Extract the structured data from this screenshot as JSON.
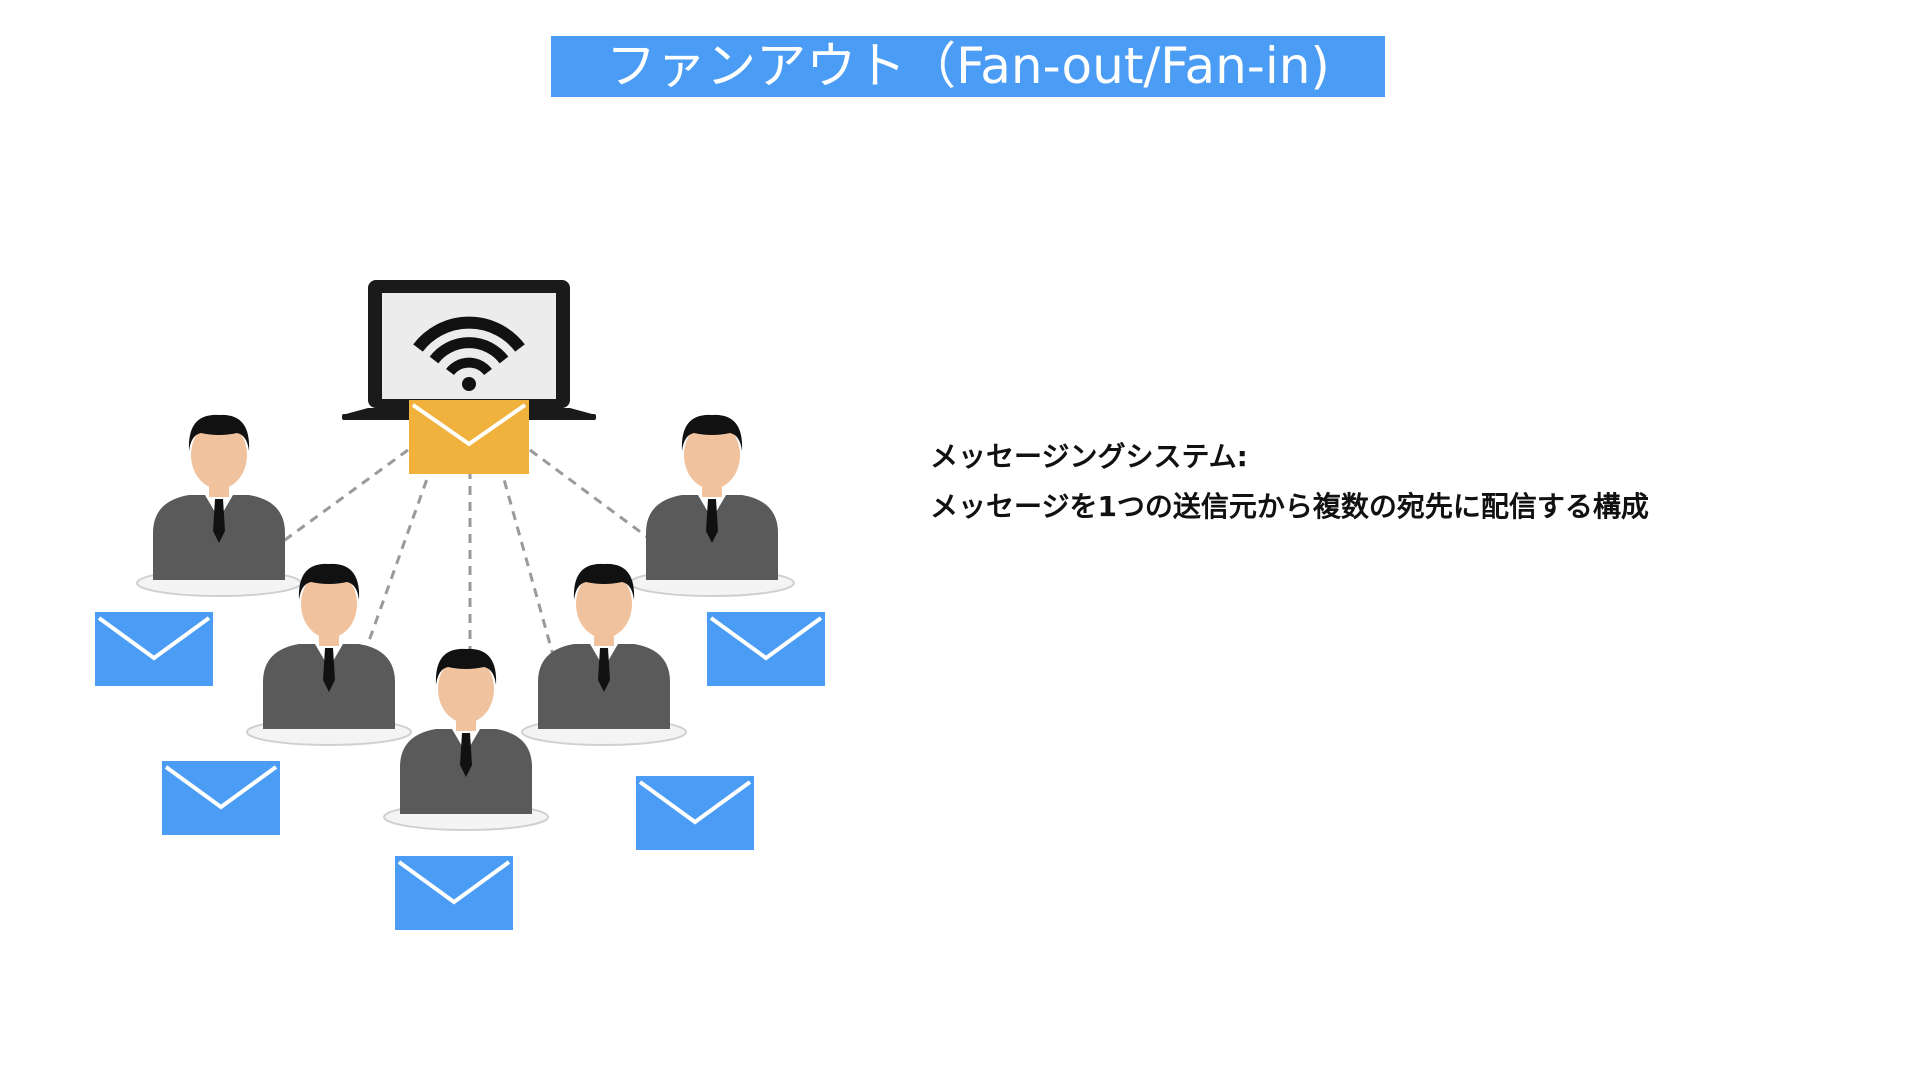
{
  "slide": {
    "title": "ファンアウト（Fan-out/Fan-in)",
    "description_line1": "メッセージングシステム:",
    "description_line2": "メッセージを1つの送信元から複数の宛先に配信する構成"
  },
  "colors": {
    "banner": "#4a9cf4",
    "mail_blue": "#4a9cf4",
    "sender_envelope": "#f0b23d",
    "suit": "#5a5a5a",
    "skin": "#f0c39e",
    "hair": "#111111"
  },
  "illustration": {
    "sender": {
      "icon": "laptop-with-wifi-icon",
      "attachment": "envelope-icon"
    },
    "recipients": [
      {
        "icon": "person-icon",
        "mail": "envelope-icon"
      },
      {
        "icon": "person-icon",
        "mail": "envelope-icon"
      },
      {
        "icon": "person-icon",
        "mail": "envelope-icon"
      },
      {
        "icon": "person-icon",
        "mail": "envelope-icon"
      },
      {
        "icon": "person-icon",
        "mail": "envelope-icon"
      }
    ]
  }
}
